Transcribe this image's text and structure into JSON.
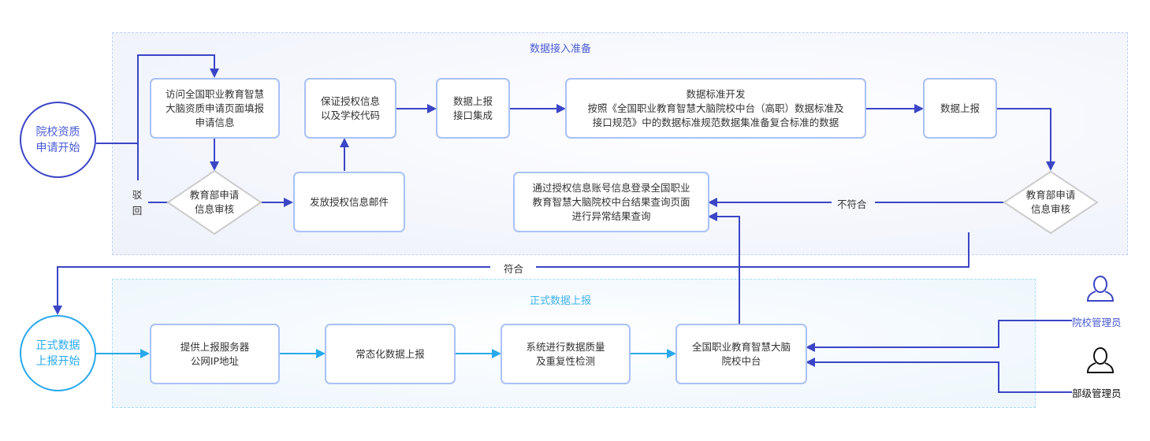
{
  "colors": {
    "primary_line": "#3b45c6",
    "secondary_line": "#29a9ec",
    "box_border": "#a9c1f7",
    "diamond_border": "#cccccc",
    "top_container_border": "#c3d2f6",
    "bottom_container_border": "#a9def7"
  },
  "sections": {
    "top": {
      "title": "数据接入准备"
    },
    "bottom": {
      "title": "正式数据上报"
    }
  },
  "starts": {
    "qualification": "院校资质\n申请开始",
    "formal": "正式数据\n上报开始"
  },
  "steps": {
    "visit": "访问全国职业教育智慧\n大脑资质申请页面填报\n申请信息",
    "review1": "教育部申请\n信息审核",
    "send_email": "发放授权信息邮件",
    "ensure_auth": "保证授权信息\n以及学校代码",
    "interface": "数据上报\n接口集成",
    "standard_dev": "数据标准开发\n按照《全国职业教育智慧大脑院校中台（高职）数据标准及\n接口规范》中的数据标准规范数据集准备复合标准的数据",
    "report": "数据上报",
    "review2": "教育部申请\n信息审核",
    "query": "通过授权信息账号信息登录全国职业\n教育智慧大脑院校中台结果查询页面\n进行异常结果查询",
    "server_ip": "提供上报服务器\n公网IP地址",
    "routine": "常态化数据上报",
    "quality": "系统进行数据质量\n及重复性检测",
    "platform": "全国职业教育智慧大脑\n院校中台"
  },
  "edge_labels": {
    "reject": "驳\n回",
    "not_pass": "不符合",
    "pass": "符合"
  },
  "actors": {
    "school_admin": {
      "label": "院校管理员",
      "icon": "user-icon",
      "color": "#4a5bd4"
    },
    "ministry_admin": {
      "label": "部级管理员",
      "icon": "user-icon",
      "color": "#111111"
    }
  }
}
